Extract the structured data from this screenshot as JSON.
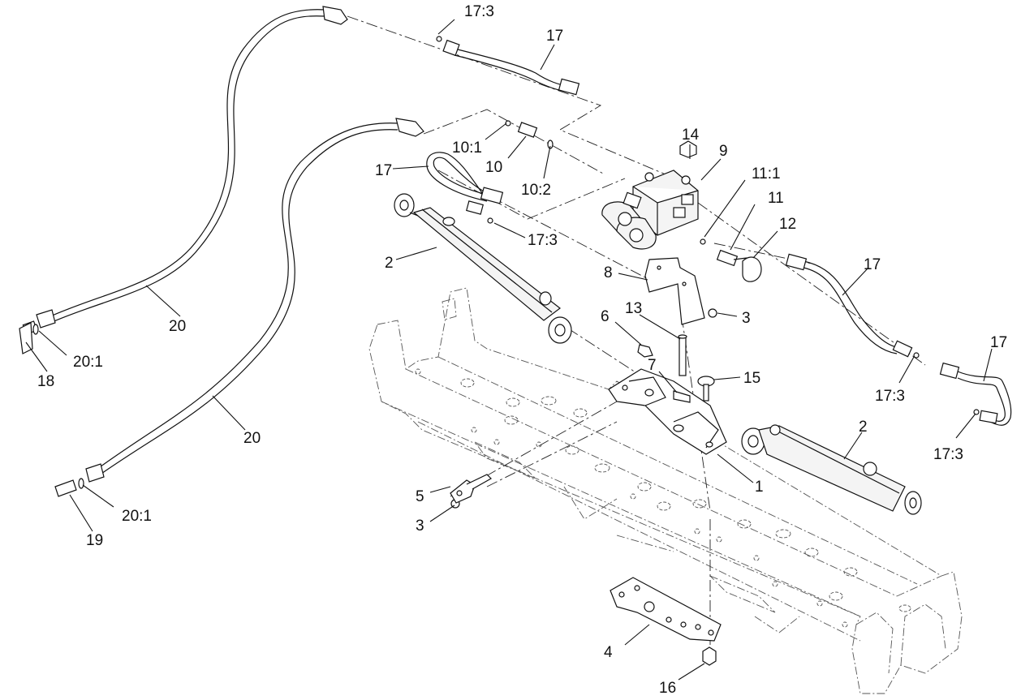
{
  "callouts": {
    "c_17_3_top": "17:3",
    "c_17_top": "17",
    "c_10_1": "10:1",
    "c_10": "10",
    "c_10_2": "10:2",
    "c_14": "14",
    "c_9": "9",
    "c_11_1": "11:1",
    "c_11": "11",
    "c_12": "12",
    "c_17_left": "17",
    "c_17_3_mid": "17:3",
    "c_2_left": "2",
    "c_8": "8",
    "c_3_right": "3",
    "c_13": "13",
    "c_6": "6",
    "c_7": "7",
    "c_15": "15",
    "c_17_right": "17",
    "c_17_far": "17",
    "c_17_3_right": "17:3",
    "c_17_3_far": "17:3",
    "c_2_right": "2",
    "c_1": "1",
    "c_5": "5",
    "c_3_left": "3",
    "c_20_top": "20",
    "c_20_1_top": "20:1",
    "c_18": "18",
    "c_20_bottom": "20",
    "c_20_1_bottom": "20:1",
    "c_19": "19",
    "c_4": "4",
    "c_16": "16"
  }
}
